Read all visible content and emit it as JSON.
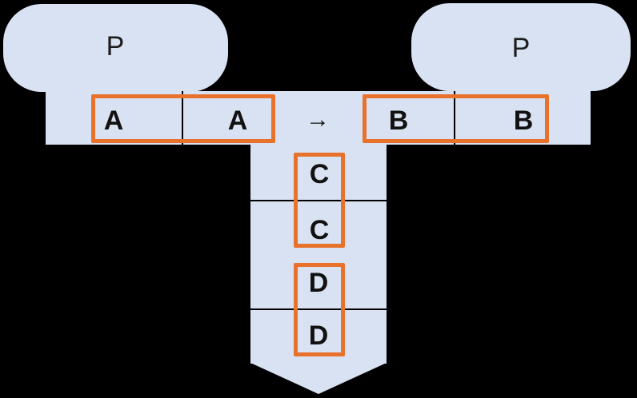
{
  "colors": {
    "background": "#000000",
    "shape-fill": "#D9E2F2",
    "highlight-orange": "#E8722C",
    "line-black": "#000000",
    "text-dark": "#111111"
  },
  "parents": {
    "left": "P",
    "right": "P"
  },
  "arrow": "→",
  "alleles": {
    "a1": "A",
    "a2": "A",
    "b1": "B",
    "b2": "B",
    "c1": "C",
    "c2": "C",
    "d1": "D",
    "d2": "D"
  }
}
